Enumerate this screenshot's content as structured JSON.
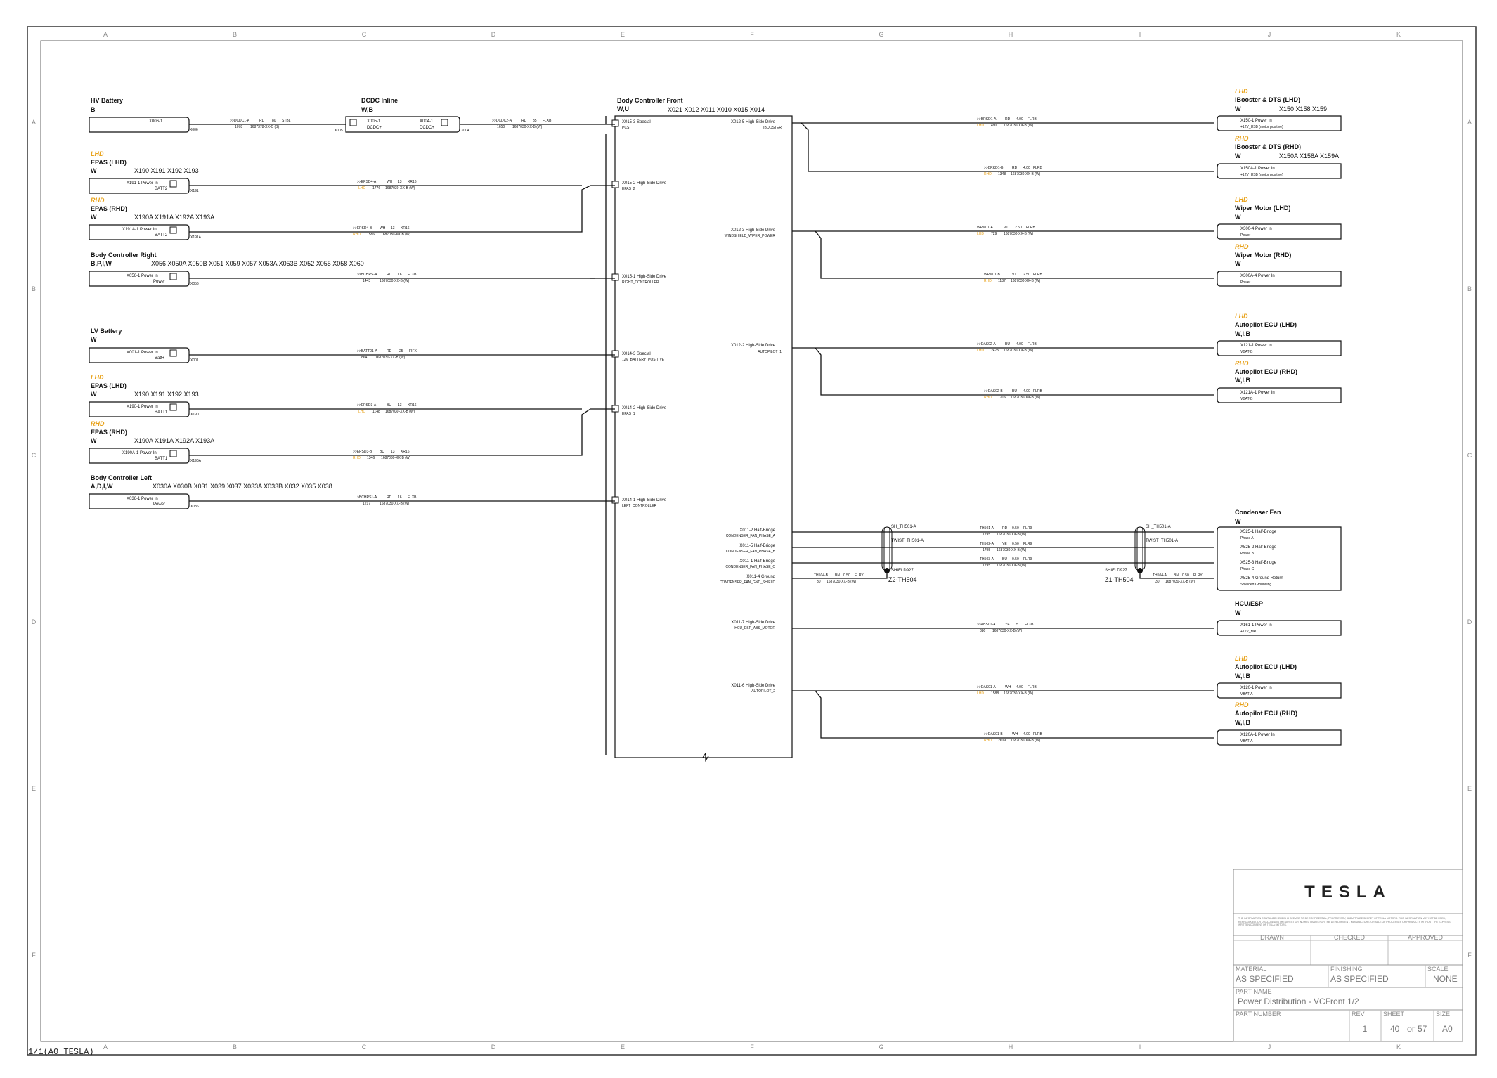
{
  "grid": {
    "columns": [
      "A",
      "B",
      "C",
      "D",
      "E",
      "F",
      "G",
      "H",
      "I",
      "J",
      "K"
    ],
    "rows": [
      "A",
      "B",
      "C",
      "D",
      "E",
      "F"
    ]
  },
  "components": [
    {
      "title": "HV Battery",
      "variant": "",
      "suffix": "B",
      "connectors": "",
      "pin": "X006-1",
      "pin_desc": ""
    },
    {
      "title": "EPAS (LHD)",
      "variant": "LHD",
      "suffix": "W",
      "connectors": "X190   X191   X192   X193",
      "pin": "X191-1 Power In",
      "pin_desc": "BATT2"
    },
    {
      "title": "EPAS (RHD)",
      "variant": "RHD",
      "suffix": "W",
      "connectors": "X190A   X191A   X192A   X193A",
      "pin": "X191A-1 Power In",
      "pin_desc": "BATT2"
    },
    {
      "title": "Body Controller Right",
      "variant": "",
      "suffix": "B,P,I,W",
      "connectors": "X056   X050A   X050B   X051   X059   X057   X053A   X053B   X052   X055   X058   X060",
      "pin": "X056-1 Power In",
      "pin_desc": "Power"
    },
    {
      "title": "LV Battery",
      "variant": "",
      "suffix": "W",
      "connectors": "",
      "pin": "X001-1 Power In",
      "pin_desc": "Batt+"
    },
    {
      "title": "EPAS (LHD)",
      "variant": "LHD",
      "suffix": "W",
      "connectors": "X190   X191   X192   X193",
      "pin": "X190-1 Power In",
      "pin_desc": "BATT1"
    },
    {
      "title": "EPAS (RHD)",
      "variant": "RHD",
      "suffix": "W",
      "connectors": "X190A   X191A   X192A   X193A",
      "pin": "X190A-1 Power In",
      "pin_desc": "BATT1"
    },
    {
      "title": "Body Controller Left",
      "variant": "",
      "suffix": "A,D,I,W",
      "connectors": "X030A   X030B   X031   X039   X037   X033A   X033B   X032   X035   X038",
      "pin": "X036-1 Power In",
      "pin_desc": "Power"
    }
  ],
  "dcdc": {
    "title": "DCDC Inline",
    "suffix": "W,B",
    "pin1": "X005-1",
    "pin1_desc": "DCDC+",
    "pin2": "X004-1",
    "pin2_desc": "DCDC+"
  },
  "bcf": {
    "title": "Body Controller Front",
    "suffix": "W,U",
    "connectors": "X021   X012   X011   X010   X015   X014",
    "left_pins": [
      {
        "name": "X015-3 Special",
        "desc": "PCS"
      },
      {
        "name": "X015-2 High-Side Drive",
        "desc": "EPAS_2"
      },
      {
        "name": "X015-1 High-Side Drive",
        "desc": "RIGHT_CONTROLLER"
      },
      {
        "name": "X014-3 Special",
        "desc": "12V_BATTERY_POSITIVE"
      },
      {
        "name": "X014-2 High-Side Drive",
        "desc": "EPAS_1"
      },
      {
        "name": "X014-1 High-Side Drive",
        "desc": "LEFT_CONTROLLER"
      }
    ],
    "right_pins": [
      {
        "name": "X012-5 High-Side Drive",
        "desc": "IBOOSTER"
      },
      {
        "name": "X012-3 High-Side Drive",
        "desc": "WINDSHIELD_WIPER_POWER"
      },
      {
        "name": "X012-2 High-Side Drive",
        "desc": "AUTOPILOT_1"
      },
      {
        "name": "X011-2 Half-Bridge",
        "desc": "CONDENSER_FAN_PHASE_A"
      },
      {
        "name": "X011-5 Half-Bridge",
        "desc": "CONDENSER_FAN_PHASE_B"
      },
      {
        "name": "X011-1 Half-Bridge",
        "desc": "CONDENSER_FAN_PHASE_C"
      },
      {
        "name": "X011-4 Ground",
        "desc": "CONDENSER_FAN_GND_SHIELD"
      },
      {
        "name": "X011-7 High-Side Drive",
        "desc": "HCU_ESP_ABS_MOTOR"
      },
      {
        "name": "X011-6 High-Side Drive",
        "desc": "AUTOPILOT_2"
      }
    ]
  },
  "left_wires": [
    {
      "id": ">>DCDC1-A",
      "color": "RD",
      "gauge": "80",
      "type": "STBL",
      "num": "1078",
      "part": "1687378-XX-C (B)"
    },
    {
      "id": ">>DCDC2-A",
      "color": "RD",
      "gauge": "35",
      "type": "FLXB",
      "num": "1650",
      "part": "1687030-XX-B (W)"
    },
    {
      "id": ">>EPSD4-A",
      "color": "WH",
      "gauge": "13",
      "type": "XR16",
      "num": "1776",
      "part": "1687030-XX-B (W)"
    },
    {
      "id": ">>EPSD4-B",
      "color": "WH",
      "gauge": "13",
      "type": "XR16",
      "num": "1586",
      "part": "1687030-XX-B (W)"
    },
    {
      "id": ">>BCHRS-A",
      "color": "RD",
      "gauge": "16",
      "type": "FLXB",
      "num": "1443",
      "part": "1687030-XX-B (W)"
    },
    {
      "id": ">>BATT01-A",
      "color": "RD",
      "gauge": "25",
      "type": "FIFX",
      "num": "864",
      "part": "1687030-XX-B (W)"
    },
    {
      "id": ">>EPSD3-A",
      "color": "BU",
      "gauge": "13",
      "type": "XR16",
      "num": "1148",
      "part": "1687030-XX-B (W)"
    },
    {
      "id": ">>EPSD3-B",
      "color": "BU",
      "gauge": "13",
      "type": "XR16",
      "num": "1346",
      "part": "1687030-XX-B (W)"
    },
    {
      "id": ">BCHRS1-A",
      "color": "RD",
      "gauge": "16",
      "type": "FLXB",
      "num": "1217",
      "part": "1687030-XX-B (W)"
    }
  ],
  "right_wires": [
    {
      "id": ">>BRKD1-A",
      "color": "RD",
      "gauge": "4.00",
      "type": "FLRB",
      "num": "490",
      "part": "1687030-XX-B (W)"
    },
    {
      "id": ">>BRKD1-B",
      "color": "RD",
      "gauge": "4.00",
      "type": "FLRB",
      "num": "1348",
      "part": "1687030-XX-B (W)"
    },
    {
      "id": "WPM01-A",
      "color": "VT",
      "gauge": "2.50",
      "type": "FLRB",
      "num": "729",
      "part": "1687030-XX-B (W)"
    },
    {
      "id": "WPM01-B",
      "color": "VT",
      "gauge": "2.50",
      "type": "FLRB",
      "num": "1187",
      "part": "1687030-XX-B (W)"
    },
    {
      "id": ">>DAS02-A",
      "color": "BU",
      "gauge": "4.00",
      "type": "FLRB",
      "num": "2475",
      "part": "1687030-XX-B (W)"
    },
    {
      "id": ">>DAS02-B",
      "color": "BU",
      "gauge": "4.00",
      "type": "FLRB",
      "num": "1216",
      "part": "1687030-XX-B (W)"
    },
    {
      "id": ">>ABS01-A",
      "color": "YE",
      "gauge": "5",
      "type": "FLXB",
      "num": "880",
      "part": "1687030-XX-B (W)"
    },
    {
      "id": ">>DAS01-A",
      "color": "WH",
      "gauge": "4.00",
      "type": "FLRB",
      "num": "1588",
      "part": "1687030-XX-B (W)"
    },
    {
      "id": ">>DAS01-B",
      "color": "WH",
      "gauge": "4.00",
      "type": "FLRB",
      "num": "2609",
      "part": "1687030-XX-B (W)"
    }
  ],
  "fan_wires": [
    {
      "id": "TH501-A",
      "color": "RD",
      "gauge": "0.50",
      "type": "FLR9",
      "num": "1795",
      "part": "1687030-XX-B (W)"
    },
    {
      "id": "TH502-A",
      "color": "YE",
      "gauge": "0.50",
      "type": "FLR9",
      "num": "1795",
      "part": "1687030-XX-B (W)"
    },
    {
      "id": "TH503-A",
      "color": "BU",
      "gauge": "0.50",
      "type": "FLR9",
      "num": "1795",
      "part": "1687030-XX-B (W)"
    },
    {
      "id": "TH504-B",
      "color": "BN",
      "gauge": "0.50",
      "type": "FLRY",
      "num": "30",
      "part": "1687030-XX-B (W)"
    },
    {
      "id": "TH504-A",
      "color": "BN",
      "gauge": "0.50",
      "type": "FLRY",
      "num": "30",
      "part": "1687030-XX-B (W)"
    }
  ],
  "shields": [
    {
      "sh": "SH_TH501-A",
      "twist": "TWIST_TH501-A",
      "name": "SHIELD927",
      "id": "Z2-TH504"
    },
    {
      "sh": "SH_TH501-A",
      "twist": "TWIST_TH501-A",
      "name": "SHIELD927",
      "id": "Z1-TH504"
    }
  ],
  "right_components": [
    {
      "variant": "LHD",
      "title": "iBooster & DTS (LHD)",
      "suffix": "W",
      "connectors": "X150   X158   X159",
      "pin": "X150-1 Power In",
      "pin_desc": "+12V_USB (motor positive)"
    },
    {
      "variant": "RHD",
      "title": "iBooster & DTS (RHD)",
      "suffix": "W",
      "connectors": "X150A   X158A   X159A",
      "pin": "X150A-1 Power In",
      "pin_desc": "+12V_USB (motor positive)"
    },
    {
      "variant": "LHD",
      "title": "Wiper Motor (LHD)",
      "suffix": "W",
      "connectors": "",
      "pin": "X300-4 Power In",
      "pin_desc": "Power"
    },
    {
      "variant": "RHD",
      "title": "Wiper Motor (RHD)",
      "suffix": "W",
      "connectors": "",
      "pin": "X300A-4 Power In",
      "pin_desc": "Power"
    },
    {
      "variant": "LHD",
      "title": "Autopilot ECU (LHD)",
      "suffix": "W,I,B",
      "connectors": "",
      "pin": "X121-1 Power In",
      "pin_desc": "VBAT-B"
    },
    {
      "variant": "RHD",
      "title": "Autopilot ECU (RHD)",
      "suffix": "W,I,B",
      "connectors": "",
      "pin": "X121A-1 Power In",
      "pin_desc": "VBAT-B"
    },
    {
      "variant": "",
      "title": "HCU/ESP",
      "suffix": "W",
      "connectors": "",
      "pin": "X161-1 Power In",
      "pin_desc": "+12V_MR"
    },
    {
      "variant": "LHD",
      "title": "Autopilot ECU (LHD)",
      "suffix": "W,I,B",
      "connectors": "",
      "pin": "X120-1 Power In",
      "pin_desc": "VBAT-A"
    },
    {
      "variant": "RHD",
      "title": "Autopilot ECU (RHD)",
      "suffix": "W,I,B",
      "connectors": "",
      "pin": "X120A-1 Power In",
      "pin_desc": "VBAT-A"
    }
  ],
  "condenser": {
    "title": "Condenser Fan",
    "suffix": "W",
    "pins": [
      {
        "name": "X525-1 Half-Bridge",
        "desc": "Phase A"
      },
      {
        "name": "X525-2 Half-Bridge",
        "desc": "Phase B"
      },
      {
        "name": "X525-3 Half-Bridge",
        "desc": "Phase C"
      },
      {
        "name": "X525-4 Ground Return",
        "desc": "Shielded Grounding"
      }
    ]
  },
  "title_block": {
    "logo": "TESLA",
    "notice": "THE INFORMATION CONTAINED HEREIN IS DEEMED TO BE CONFIDENTIAL, PROPRIETARY, AND A TRADE SECRET OF TESLA MOTORS. THIS INFORMATION MAY NOT BE USED, REPRODUCED, OR DISCLOSED IN THE DIRECT OR INDIRECT BASIS FOR THE DEVELOPMENT, MANUFACTURE, OR SALE OF PROCESSES OR PRODUCTS WITHOUT THE EXPRESS WRITTEN CONSENT OF TESLA MOTORS.",
    "drawn_label": "DRAWN",
    "checked_label": "CHECKED",
    "approved_label": "APPROVED",
    "material_label": "MATERIAL",
    "material": "AS SPECIFIED",
    "finishing_label": "FINISHING",
    "finishing": "AS SPECIFIED",
    "scale_label": "SCALE",
    "scale": "NONE",
    "part_name_label": "PART NAME",
    "part_name": "Power Distribution - VCFront 1/2",
    "part_number_label": "PART NUMBER",
    "rev_label": "REV",
    "rev": "1",
    "sheet_label": "SHEET",
    "sheet": "40",
    "sheet_of": "OF",
    "sheet_total": "57",
    "size_label": "SIZE",
    "size": "A0"
  },
  "footer": "1/1(A0_TESLA)"
}
